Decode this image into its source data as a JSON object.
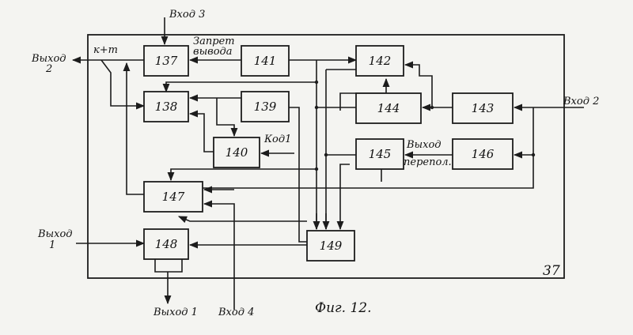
{
  "blocks": {
    "b137": "137",
    "b138": "138",
    "b139": "139",
    "b140": "140",
    "b141": "141",
    "b142": "142",
    "b143": "143",
    "b144": "144",
    "b145": "145",
    "b146": "146",
    "b147": "147",
    "b148": "148",
    "b149": "149"
  },
  "labels": {
    "vhod3": "Вход 3",
    "zapret": "Запрет",
    "vyvoda": "вывода",
    "kplusm": "к+т",
    "vyhod2_a": "Выход",
    "vyhod2_b": "2",
    "vhod2": "Вход 2",
    "kod1": "Код1",
    "vyhod_perep_a": "Выход",
    "vyhod_perep_b": "перепол.",
    "vyhod1_left_a": "Выход",
    "vyhod1_left_b": "1",
    "vyhod1_bottom": "Выход 1",
    "vhod4": "Вход 4",
    "frame_id": "37",
    "figure": "Фиг. 12."
  }
}
